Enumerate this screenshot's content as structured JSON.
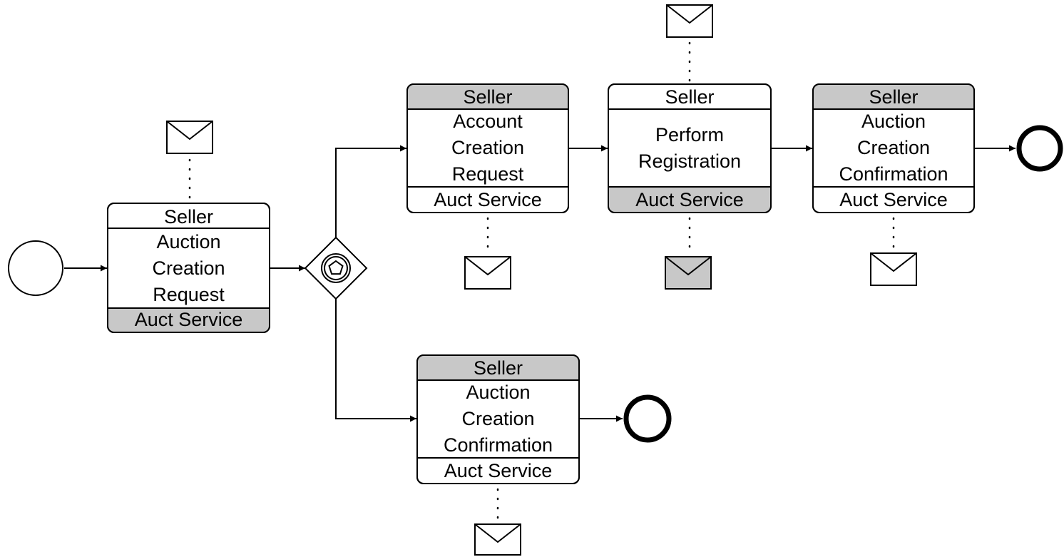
{
  "colors": {
    "shaded_band": "#c8c8c8",
    "shaded_envelope": "#c8c8c8",
    "stroke": "#000000",
    "background": "#ffffff"
  },
  "tasks": {
    "t1": {
      "top": "Seller",
      "lines": [
        "Auction",
        "Creation",
        "Request"
      ],
      "bottom": "Auct Service",
      "shaded_band": "bottom"
    },
    "t2": {
      "top": "Seller",
      "lines": [
        "Account",
        "Creation",
        "Request"
      ],
      "bottom": "Auct Service",
      "shaded_band": "top"
    },
    "t3": {
      "top": "Seller",
      "lines": [
        "Perform",
        "Registration"
      ],
      "bottom": "Auct Service",
      "shaded_band": "bottom"
    },
    "t4": {
      "top": "Seller",
      "lines": [
        "Auction",
        "Creation",
        "Confirmation"
      ],
      "bottom": "Auct Service",
      "shaded_band": "top"
    },
    "t5": {
      "top": "Seller",
      "lines": [
        "Auction",
        "Creation",
        "Confirmation"
      ],
      "bottom": "Auct Service",
      "shaded_band": "top"
    }
  },
  "gateway": {
    "type": "event-based",
    "icon": "pentagon-icon"
  },
  "events": {
    "start": {
      "type": "start"
    },
    "end_top": {
      "type": "end"
    },
    "end_bottom": {
      "type": "end"
    }
  },
  "messages": {
    "t1": {
      "shaded": false
    },
    "t2": {
      "shaded": false
    },
    "t3_top": {
      "shaded": false
    },
    "t3_bottom": {
      "shaded": true
    },
    "t4": {
      "shaded": false
    },
    "t5": {
      "shaded": false
    }
  }
}
